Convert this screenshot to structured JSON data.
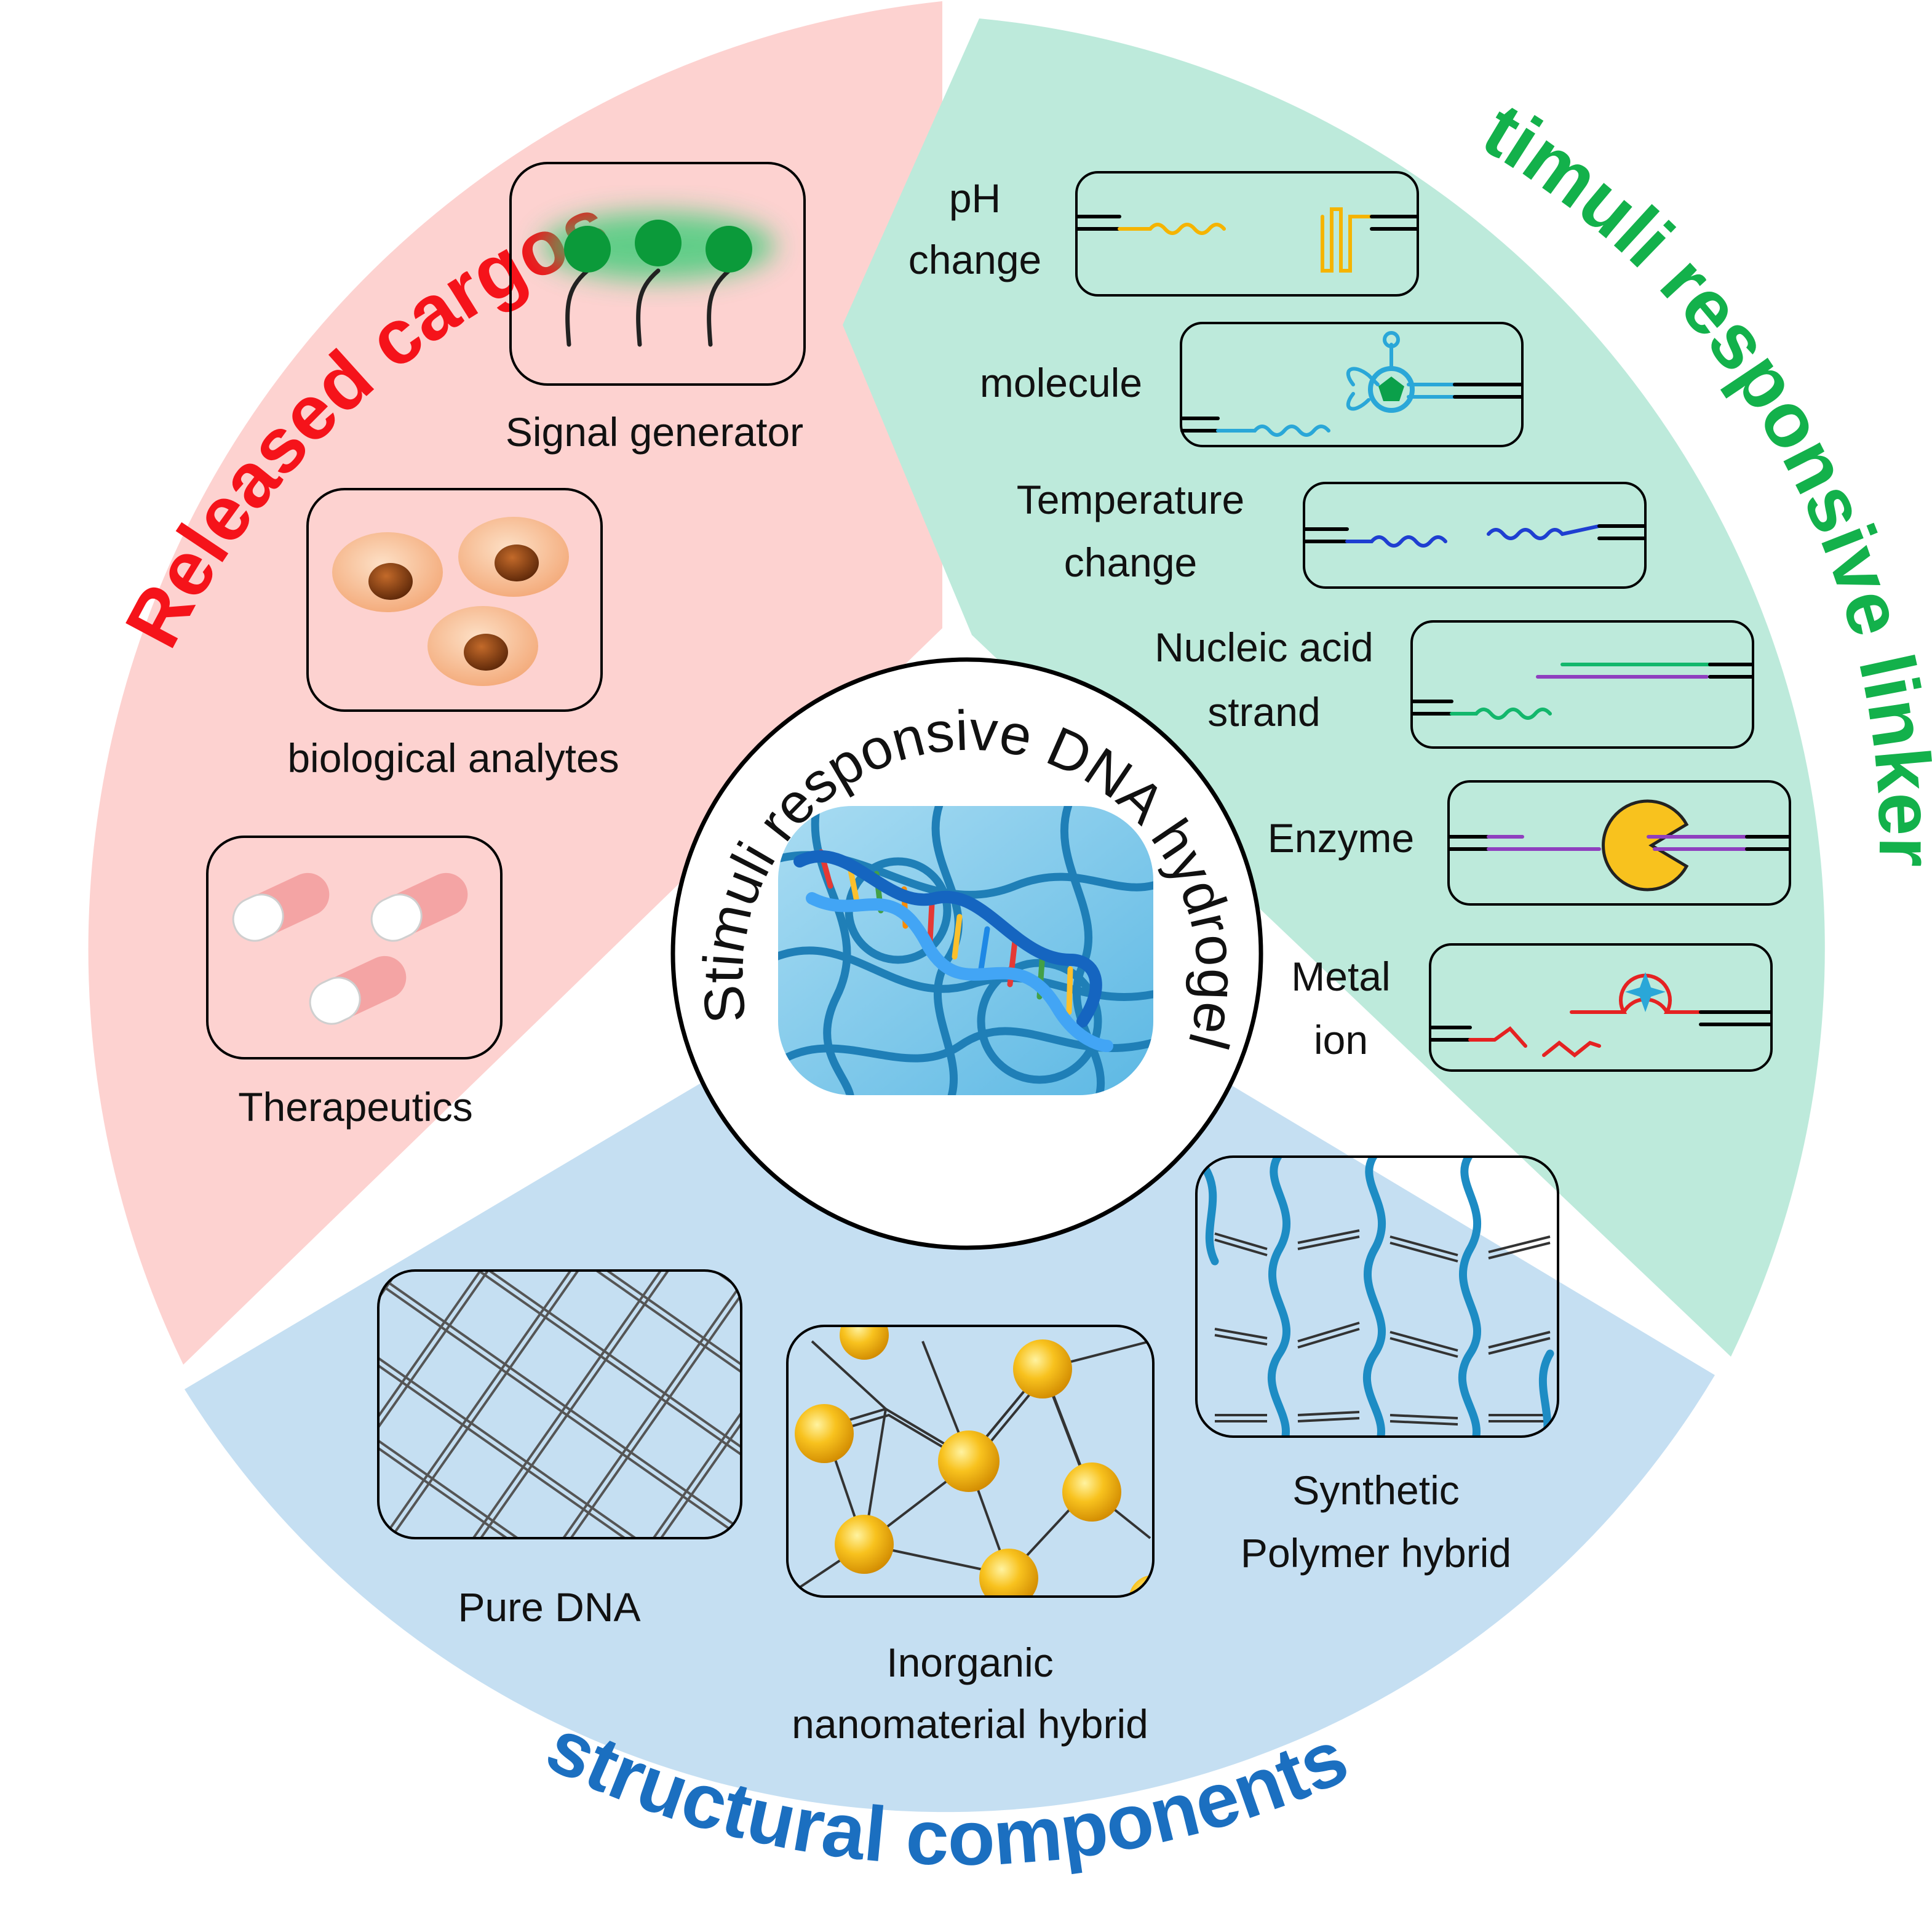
{
  "center": {
    "title": "Stimuli responsive DNA hydrogel"
  },
  "sections": {
    "cargos": {
      "title": "Released cargos",
      "color": "#f5131a",
      "fill": "#fdd2d0",
      "items": [
        {
          "label": "Signal generator",
          "icon": "signal-generator-icon"
        },
        {
          "label": "biological analytes",
          "icon": "cells-icon"
        },
        {
          "label": "Therapeutics",
          "icon": "pills-icon"
        }
      ]
    },
    "linkers": {
      "title": "Stimuli responsive linkers",
      "color": "#13b14b",
      "fill": "#bdeadb",
      "items": [
        {
          "line1": "pH",
          "line2": "change",
          "icon": "ph-switch-icon"
        },
        {
          "line1": "molecule",
          "line2": "",
          "icon": "aptamer-icon"
        },
        {
          "line1": "Temperature",
          "line2": "change",
          "icon": "temperature-strand-icon"
        },
        {
          "line1": "Nucleic acid",
          "line2": "strand",
          "icon": "strand-displacement-icon"
        },
        {
          "line1": "Enzyme",
          "line2": "",
          "icon": "enzyme-icon"
        },
        {
          "line1": "Metal",
          "line2": "ion",
          "icon": "metal-ion-icon"
        }
      ]
    },
    "structural": {
      "title": "structural components",
      "color": "#1b6fc0",
      "fill": "#c5dff2",
      "items": [
        {
          "line1": "Pure DNA",
          "line2": "",
          "icon": "dna-mesh-icon"
        },
        {
          "line1": "Inorganic",
          "line2": "nanomaterial hybrid",
          "icon": "nanoparticle-network-icon"
        },
        {
          "line1": "Synthetic",
          "line2": "Polymer hybrid",
          "icon": "polymer-network-icon"
        }
      ]
    }
  }
}
